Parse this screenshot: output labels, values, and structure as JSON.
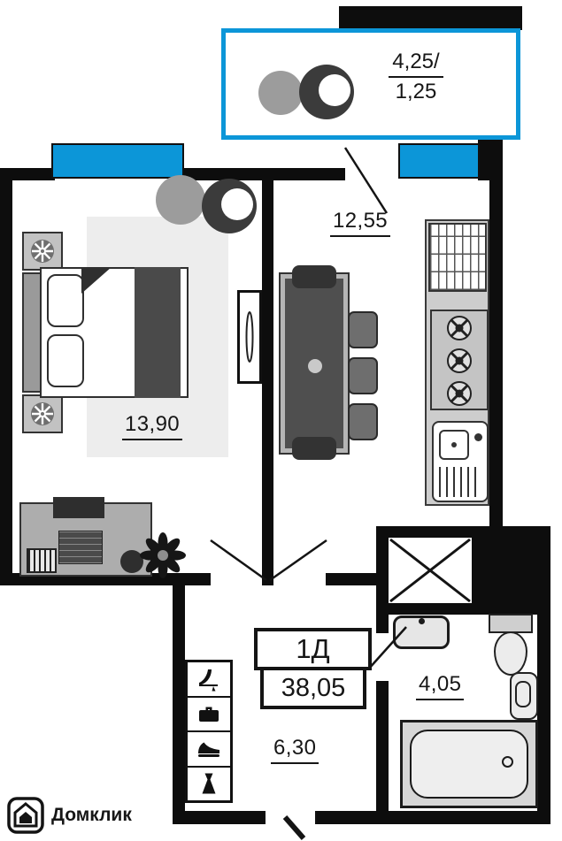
{
  "plan": {
    "apartment_type": "1Д",
    "total_area": "38,05",
    "rooms": {
      "bedroom": {
        "area": "13,90"
      },
      "kitchen_living": {
        "area": "12,55"
      },
      "hallway": {
        "area": "6,30"
      },
      "bathroom": {
        "area": "4,05"
      },
      "balcony": {
        "area_full": "4,25/",
        "area_counted": "1,25"
      }
    }
  },
  "branding": {
    "logo_text": "Домклик"
  },
  "colors": {
    "blue": "#0c96d8",
    "wall": "#0d0d0d"
  },
  "icons": {
    "high-heel-icon": "black high-heel shoe silhouette in closet",
    "briefcase-icon": "black briefcase silhouette in closet",
    "sneaker-icon": "black shoe silhouette in closet",
    "dress-icon": "black dress silhouette in closet",
    "house-logo-icon": "house inside rounded square — Domclick logo",
    "plant-icon": "eight-petal plant top view",
    "stove-burner-icon": "gas burner circle with cross",
    "bedside-lamp-icon": "dark circle with white radiating spokes",
    "vent-shaft-icon": "white rectangle with diagonal cross"
  }
}
